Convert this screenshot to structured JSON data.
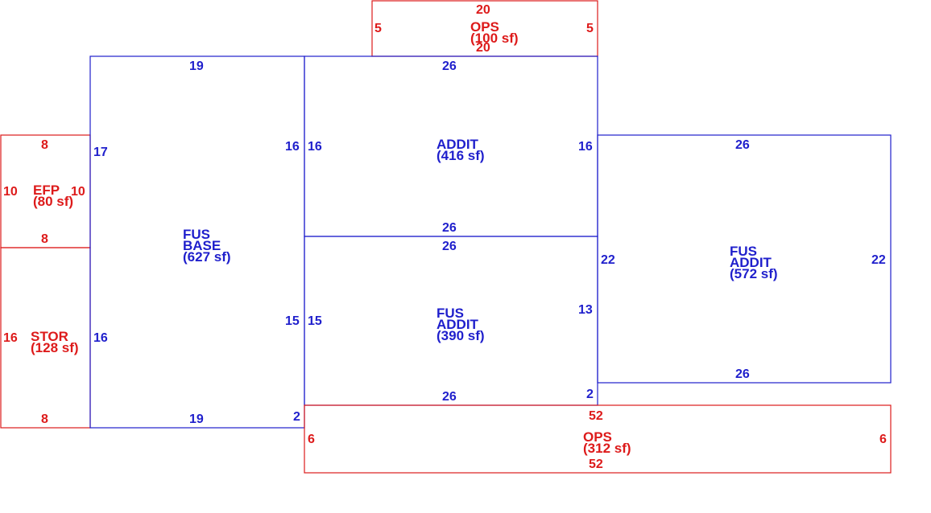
{
  "colors": {
    "living_area": "#1f1fcc",
    "exterior": "#dd1a1a",
    "background": "#ffffff"
  },
  "areas": {
    "ops_top": {
      "lines": [
        "OPS",
        "(100 sf)"
      ],
      "dims": {
        "top": "20",
        "bottom": "20",
        "left": "5",
        "right": "5"
      }
    },
    "efp": {
      "lines": [
        "EFP",
        "(80 sf)"
      ],
      "dims": {
        "top": "8",
        "bottom": "8",
        "left": "10",
        "right": "10"
      }
    },
    "stor": {
      "lines": [
        "STOR",
        "(128 sf)"
      ],
      "dims": {
        "left": "16",
        "bottom": "8"
      }
    },
    "fus_base": {
      "lines": [
        "FUS",
        "BASE",
        "(627 sf)"
      ],
      "dims": {
        "top": "19",
        "left": "17",
        "right_upper": "16",
        "left_lower": "16",
        "right_lower": "15",
        "bottom": "19",
        "corner": "2"
      }
    },
    "addit_upper": {
      "lines": [
        "ADDIT",
        "(416 sf)"
      ],
      "dims": {
        "top": "26",
        "left": "16",
        "right": "16",
        "bottom": "26"
      }
    },
    "fus_addit_mid": {
      "lines": [
        "FUS",
        "ADDIT",
        "(390 sf)"
      ],
      "dims": {
        "top": "26",
        "left": "15",
        "right": "13",
        "bottom": "26",
        "corner": "2"
      }
    },
    "fus_addit_right": {
      "lines": [
        "FUS",
        "ADDIT",
        "(572 sf)"
      ],
      "dims": {
        "top": "26",
        "left": "22",
        "right": "22",
        "bottom": "26"
      }
    },
    "ops_bottom": {
      "lines": [
        "OPS",
        "(312 sf)"
      ],
      "dims": {
        "top": "52",
        "bottom": "52",
        "left": "6",
        "right": "6"
      }
    }
  }
}
